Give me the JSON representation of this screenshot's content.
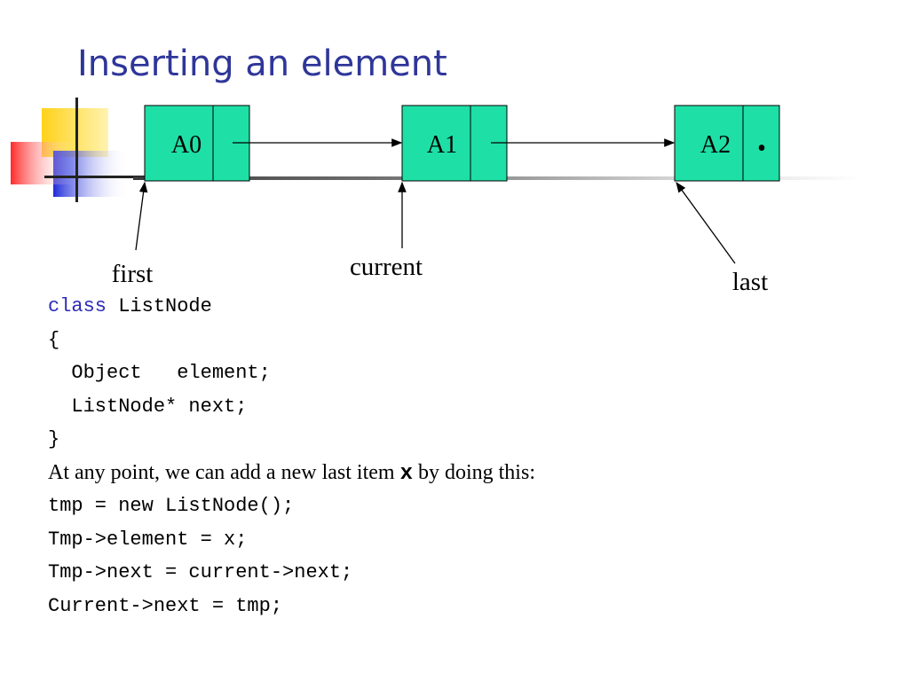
{
  "slide": {
    "title": "Inserting an element"
  },
  "theme": {
    "title_color": "#2f3699",
    "node_fill": "#1ee0a6",
    "keyword_color": "#2b2bb8"
  },
  "diagram": {
    "nodes": [
      {
        "label": "A0",
        "next": ""
      },
      {
        "label": "A1",
        "next": ""
      },
      {
        "label": "A2",
        "next": "•"
      }
    ],
    "pointers": [
      {
        "label": "first",
        "target": "A0"
      },
      {
        "label": "current",
        "target": "A1"
      },
      {
        "label": "last",
        "target": "A2"
      }
    ]
  },
  "code": {
    "class_keyword": "class",
    "class_name": " ListNode",
    "open_brace": "{",
    "field_element": "  Object   element;",
    "field_next": "  ListNode* next;",
    "close_brace": "}",
    "note_before": "At any point, we can add a new last item ",
    "note_var": "x",
    "note_after": " by doing this:",
    "stmt_1": "tmp = new ListNode();",
    "stmt_2": "Tmp->element = x;",
    "stmt_3": "Tmp->next = current->next;",
    "stmt_4": "Current->next = tmp;"
  }
}
